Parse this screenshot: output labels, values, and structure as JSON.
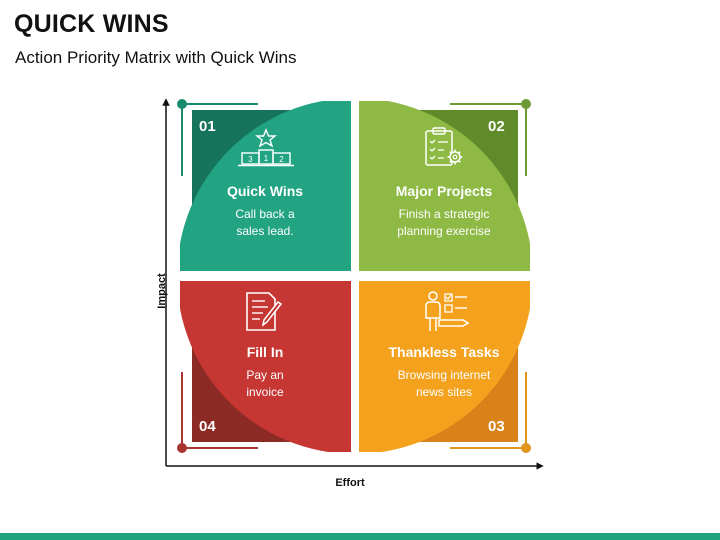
{
  "title": "QUICK WINS",
  "subtitle": "Action Priority Matrix with Quick Wins",
  "axes": {
    "y_label": "Impact",
    "x_label": "Effort"
  },
  "quadrants": [
    {
      "number": "01",
      "title": "Quick Wins",
      "desc_line1": "Call back a",
      "desc_line2": "sales lead.",
      "color": "#22a382",
      "dark_color": "#17745c",
      "icon": "podium-star-icon"
    },
    {
      "number": "02",
      "title": "Major Projects",
      "desc_line1": "Finish a strategic",
      "desc_line2": "planning exercise",
      "color": "#8db944",
      "dark_color": "#5f8b2b",
      "icon": "clipboard-gear-icon"
    },
    {
      "number": "03",
      "title": "Thankless Tasks",
      "desc_line1": "Browsing internet",
      "desc_line2": "news sites",
      "color": "#f4a21e",
      "dark_color": "#d9821a",
      "icon": "person-checklist-icon"
    },
    {
      "number": "04",
      "title": "Fill In",
      "desc_line1": "Pay an",
      "desc_line2": "invoice",
      "color": "#c63632",
      "dark_color": "#8c2a26",
      "icon": "document-pencil-icon"
    }
  ],
  "podium_numbers": [
    "3",
    "1",
    "2"
  ],
  "colors": {
    "axis": "#111111",
    "bottom_bar": "#1ea37f"
  }
}
